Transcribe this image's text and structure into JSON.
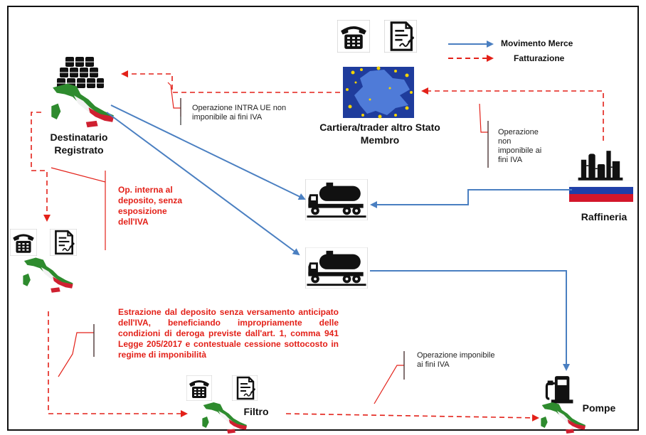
{
  "legend": {
    "goods_movement": "Movimento Merce",
    "invoicing": "Fatturazione",
    "goods_color": "#4a7fc1",
    "invoice_color": "#e32119"
  },
  "nodes": {
    "cartiera": "Cartiera/trader altro Stato Membro",
    "destinatario": "Destinatario Registrato",
    "raffineria": "Raffineria",
    "filtro": "Filtro",
    "pompe": "Pompe"
  },
  "notes": {
    "intra_ue": "Operazione INTRA UE non imponibile ai fini IVA",
    "non_imponibile": "Operazione non imponibile ai fini IVA",
    "op_interna": "Op. interna al deposito, senza esposizione dell'IVA",
    "estrazione": "Estrazione dal deposito senza versamento anticipato dell'IVA, beneficiando impropriamente delle condizioni di deroga previste dall'art. 1, comma 941 Legge 205/2017 e contestuale cessione sottocosto in regime di imponibilità",
    "imponibile": "Operazione imponibile ai fini IVA"
  },
  "icons": [
    "telephone-icon",
    "invoice-document-icon",
    "oil-barrels-icon",
    "refinery-icon",
    "tanker-truck-icon",
    "fuel-pump-icon",
    "italy-map-icon",
    "europe-map-icon",
    "slovenia-flag-icon"
  ]
}
